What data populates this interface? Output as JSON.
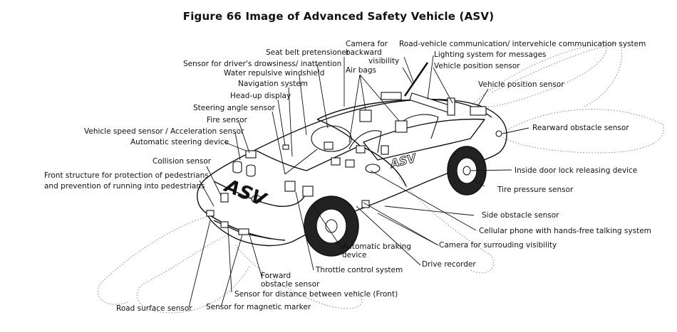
{
  "figure_title": "Figure 66 Image of Advanced Safety Vehicle (ASV)",
  "car_logo": "ASV",
  "labels": {
    "seat_belt_pretensioner": "Seat belt pretensioner",
    "camera_backward_l1": "Camera for",
    "camera_backward_l2": "backward",
    "camera_backward_l3": "visibility",
    "road_vehicle_comm": "Road-vehicle communication/ intervehicle communication system",
    "lighting_messages": "Lighting system for messages",
    "vehicle_position_sensor_1": "Vehicle position sensor",
    "vehicle_position_sensor_2": "Vehicle position sensor",
    "drowsiness_sensor": "Sensor for driver's drowsiness/ inattention",
    "water_windshield": "Water repulsive windshield",
    "air_bags": "Air bags",
    "navigation_system": "Navigation system",
    "head_up_display": "Head-up display",
    "steering_angle_sensor": "Steering angle sensor",
    "fire_sensor": "Fire sensor",
    "vehicle_speed_sensor": "Vehicle speed sensor / Acceleration sensor",
    "automatic_steering": "Automatic steering device",
    "collision_sensor": "Collision sensor",
    "front_structure_l1": "Front structure for protection of pedestrians",
    "front_structure_l2": "and prevention of running into pedestrians",
    "rearward_obstacle": "Rearward obstacle sensor",
    "inside_door_lock": "Inside door lock releasing device",
    "tire_pressure": "Tire pressure sensor",
    "side_obstacle": "Side obstacle sensor",
    "cellular_phone": "Cellular phone with hands-free talking system",
    "camera_surrounding": "Camera for surrouding visibility",
    "automatic_braking_l1": "Automatic braking",
    "automatic_braking_l2": "device",
    "drive_recorder": "Drive recorder",
    "throttle_control": "Throttle control system",
    "forward_obstacle_l1": "Forward",
    "forward_obstacle_l2": "obstacle sensor",
    "distance_sensor_front": "Sensor for distance between vehicle (Front)",
    "road_surface_sensor": "Road surface sensor",
    "magnetic_marker_sensor": "Sensor for magnetic marker"
  }
}
